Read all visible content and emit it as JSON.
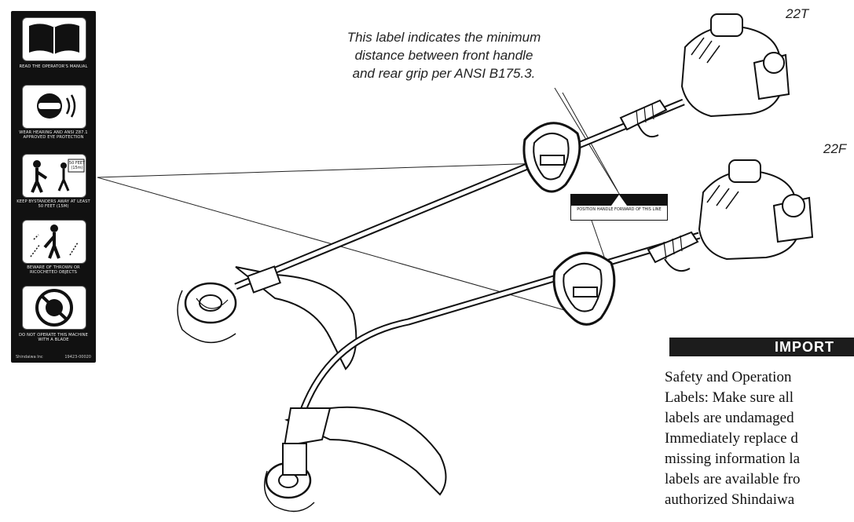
{
  "callout": {
    "lines": [
      "This label indicates the minimum",
      "distance between front handle",
      "and rear grip per ANSI B175.3."
    ]
  },
  "models": {
    "top": "22T",
    "bottom": "22F"
  },
  "decal": {
    "captions": [
      "READ THE OPERATOR'S MANUAL",
      "WEAR HEARING AND ANSI Z87.1 APPROVED EYE PROTECTION",
      "KEEP BYSTANDERS AWAY AT LEAST 50 FEET (15m)",
      "BEWARE OF THROWN OR RICOCHETED OBJECTS",
      "DO NOT OPERATE THIS MACHINE WITH A BLADE"
    ],
    "distance_sign": "50 FEET (15m)",
    "footer_left": "Shindaiwa Inc",
    "footer_right": "19423-00020"
  },
  "position_label": {
    "text": "POSITION HANDLE FORWARD OF THIS LINE"
  },
  "important": {
    "title": "IMPORT",
    "lines": [
      "Safety and Operation",
      "Labels: Make sure all",
      "labels are undamaged",
      "Immediately replace d",
      "missing information la",
      "labels are available fro",
      "authorized Shindaiwa"
    ]
  }
}
